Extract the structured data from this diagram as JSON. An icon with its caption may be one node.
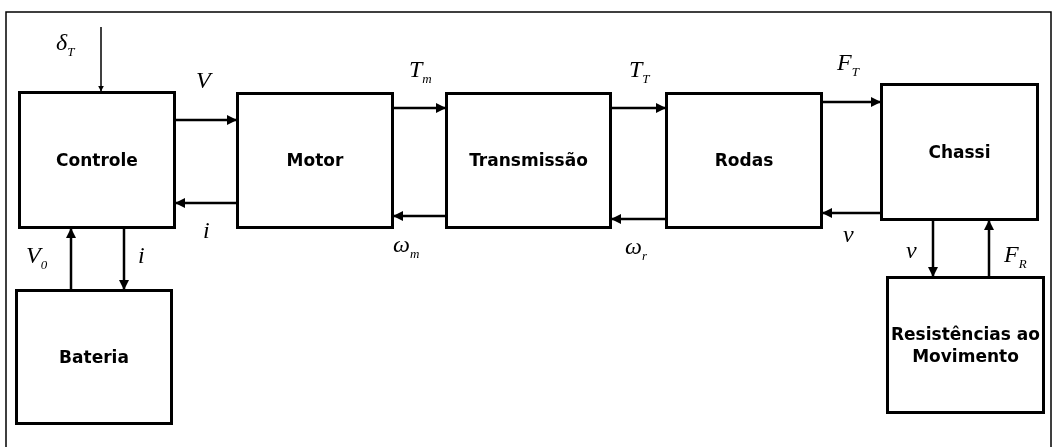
{
  "diagram": {
    "nodes": [
      {
        "text": [
          "Controle"
        ]
      },
      {
        "text": [
          "Motor"
        ]
      },
      {
        "text": [
          "Transmissão"
        ]
      },
      {
        "text": [
          "Rodas"
        ]
      },
      {
        "text": [
          "Chassi"
        ]
      },
      {
        "text": [
          "Bateria"
        ]
      },
      {
        "text": [
          "Resistências ao Movimento"
        ]
      }
    ],
    "edges": [
      {
        "from": null,
        "to": 0,
        "arrow": "to",
        "label": "δ$_{T}$"
      },
      {
        "from": 0,
        "to": 1,
        "arrow": "to",
        "label": "V"
      },
      {
        "from": 1,
        "to": 0,
        "arrow": "to",
        "label": "i"
      },
      {
        "from": 1,
        "to": 2,
        "arrow": "to",
        "label": "T$_{m}$"
      },
      {
        "from": 2,
        "to": 1,
        "arrow": "to",
        "label": "ω$_{m}$"
      },
      {
        "from": 2,
        "to": 3,
        "arrow": "to",
        "label": "T$_{T}$"
      },
      {
        "from": 3,
        "to": 2,
        "arrow": "to",
        "label": "ω$_{r}$"
      },
      {
        "from": 3,
        "to": 4,
        "arrow": "to",
        "label": "F$_{T}$"
      },
      {
        "from": 4,
        "to": 3,
        "arrow": "to",
        "label": "v"
      },
      {
        "from": 5,
        "to": 0,
        "arrow": "to",
        "label": "V$_{0}$"
      },
      {
        "from": 0,
        "to": 5,
        "arrow": "to",
        "label": "i"
      },
      {
        "from": 4,
        "to": 6,
        "arrow": "to",
        "label": "v"
      },
      {
        "from": 6,
        "to": 4,
        "arrow": "to",
        "label": "F$_{R}$"
      }
    ]
  }
}
